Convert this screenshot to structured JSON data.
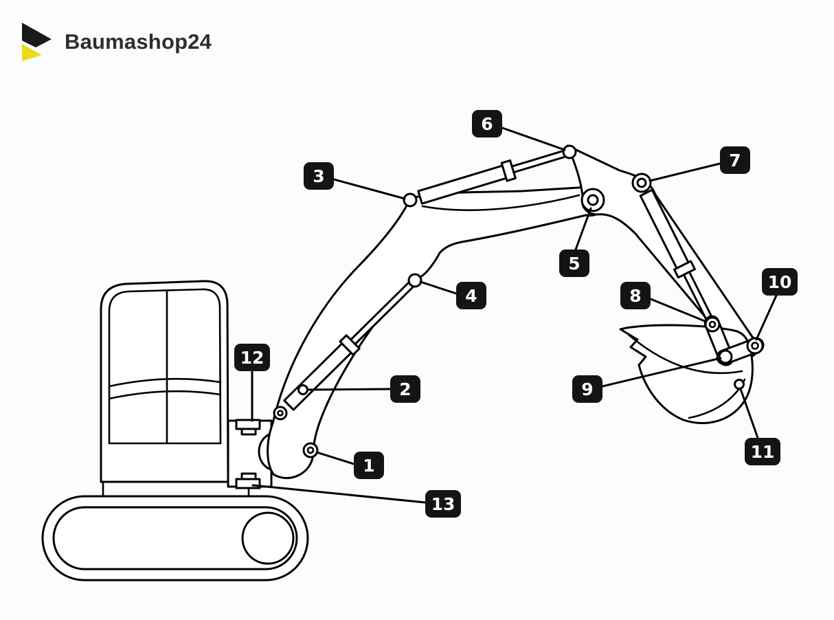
{
  "brand": {
    "name_main": "Baumashop",
    "name_suffix": "24"
  },
  "diagram": {
    "callouts": [
      {
        "label": "1"
      },
      {
        "label": "2"
      },
      {
        "label": "3"
      },
      {
        "label": "4"
      },
      {
        "label": "5"
      },
      {
        "label": "6"
      },
      {
        "label": "7"
      },
      {
        "label": "8"
      },
      {
        "label": "9"
      },
      {
        "label": "10"
      },
      {
        "label": "11"
      },
      {
        "label": "12"
      },
      {
        "label": "13"
      }
    ]
  },
  "colors": {
    "background": "#fcfcfc",
    "line": "#000000",
    "callout_bg": "#141414",
    "callout_text": "#ffffff",
    "brand_text": "#2e2e2e",
    "brand_yellow": "#e8dc1d",
    "brand_black": "#1a1a1a"
  }
}
